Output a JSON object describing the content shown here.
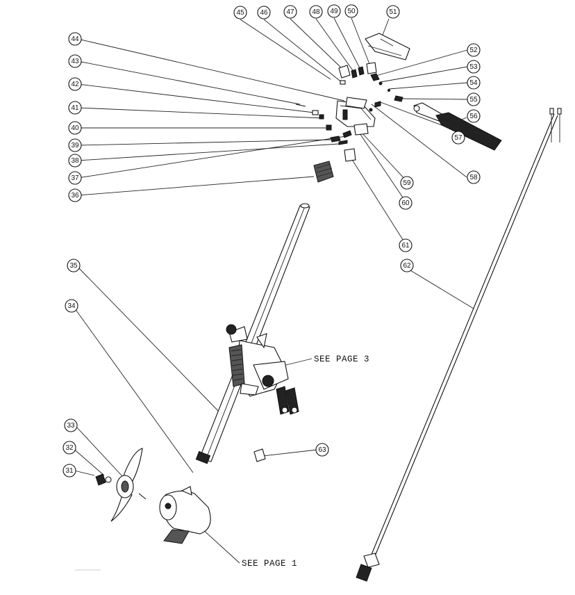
{
  "diagram": {
    "callouts": [
      "31",
      "32",
      "33",
      "34",
      "35",
      "36",
      "37",
      "38",
      "39",
      "40",
      "41",
      "42",
      "43",
      "44",
      "45",
      "46",
      "47",
      "48",
      "49",
      "50",
      "51",
      "52",
      "53",
      "54",
      "55",
      "56",
      "57",
      "58",
      "59",
      "60",
      "61",
      "62",
      "63"
    ],
    "notes": {
      "see_page_3": "SEE PAGE 3",
      "see_page_1": "SEE PAGE 1"
    }
  }
}
